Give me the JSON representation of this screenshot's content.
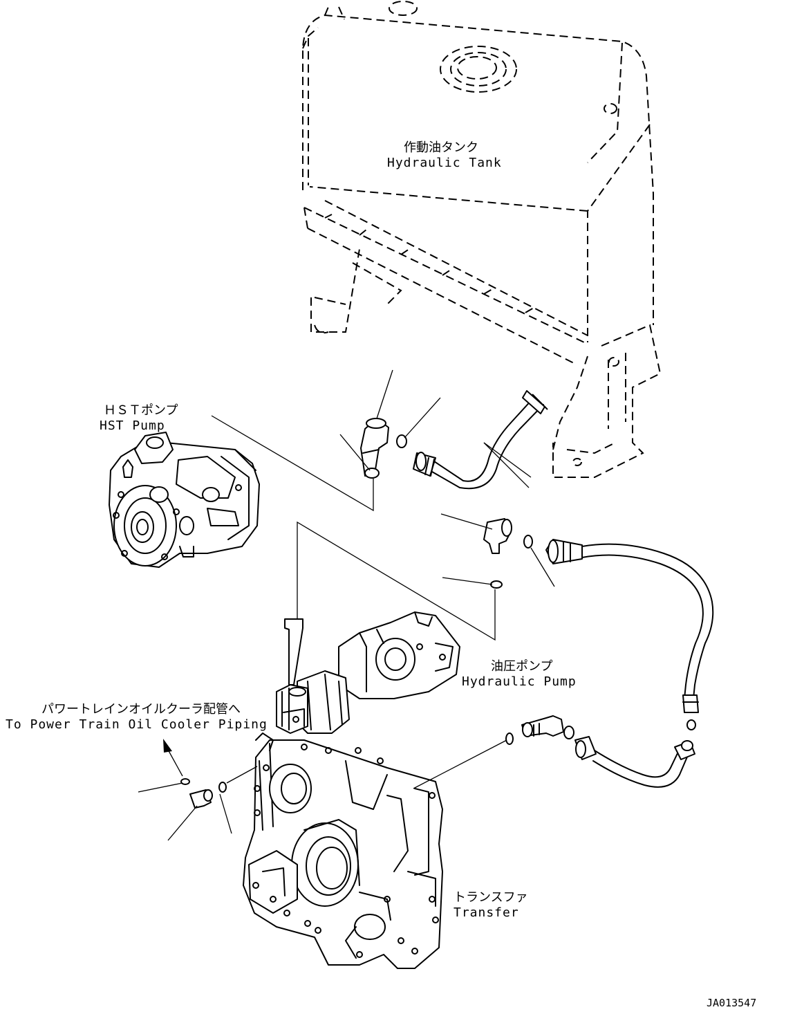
{
  "labels": {
    "hydraulic_tank": {
      "jp": "作動油タンク",
      "en": "Hydraulic Tank"
    },
    "hst_pump": {
      "jp": "ＨＳＴポンプ",
      "en": "HST Pump"
    },
    "hydraulic_pump": {
      "jp": "油圧ポンプ",
      "en": "Hydraulic Pump"
    },
    "power_train": {
      "jp": "パワートレインオイルクーラ配管へ",
      "en": "To Power Train Oil Cooler Piping"
    },
    "transfer": {
      "jp": "トランスファ",
      "en": "Transfer"
    }
  },
  "drawing_code": "JA013547"
}
